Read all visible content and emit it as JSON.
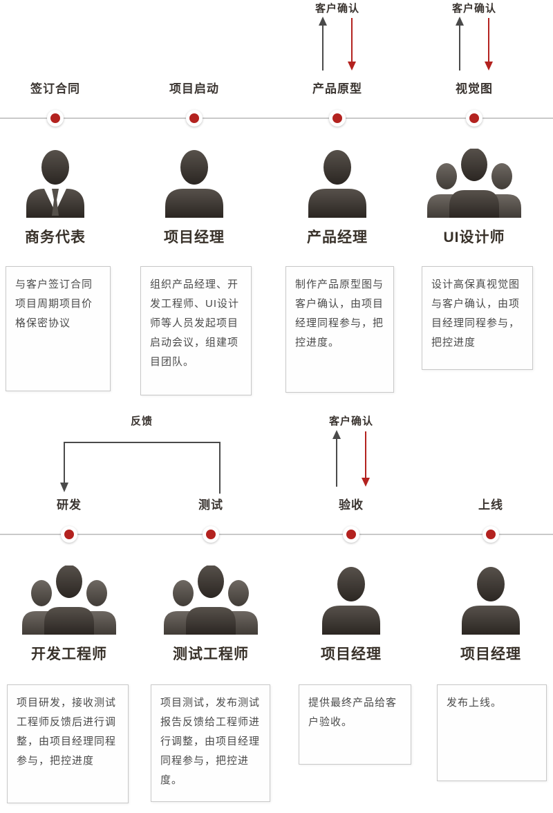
{
  "colors": {
    "accent_red": "#b3221f",
    "line_gray": "#c9c9c9",
    "arrow_gray": "#4a4a4a",
    "icon_dark": "#2b2622",
    "text_dark": "#3a3430"
  },
  "rows": [
    {
      "stages": [
        {
          "label": "签订合同",
          "role": "商务代表",
          "icon": "person-tie",
          "desc": "与客户签订合同项目周期项目价格保密协议",
          "annotation": ""
        },
        {
          "label": "项目启动",
          "role": "项目经理",
          "icon": "person",
          "desc": "组织产品经理、开发工程师、UI设计师等人员发起项目启动会议，组建项目团队。",
          "annotation": ""
        },
        {
          "label": "产品原型",
          "role": "产品经理",
          "icon": "person",
          "desc": "制作产品原型图与客户确认，由项目经理同程参与，把控进度。",
          "annotation": "客户确认"
        },
        {
          "label": "视觉图",
          "role": "UI设计师",
          "icon": "team",
          "desc": "设计高保真视觉图与客户确认，由项目经理同程参与，把控进度",
          "annotation": "客户确认"
        }
      ]
    },
    {
      "feedback_label": "反馈",
      "stages": [
        {
          "label": "研发",
          "role": "开发工程师",
          "icon": "team",
          "desc": "项目研发，接收测试工程师反馈后进行调整，由项目经理同程参与，把控进度",
          "annotation": ""
        },
        {
          "label": "测试",
          "role": "测试工程师",
          "icon": "team",
          "desc": "项目测试，发布测试报告反馈给工程师进行调整，由项目经理同程参与，把控进度。",
          "annotation": ""
        },
        {
          "label": "验收",
          "role": "项目经理",
          "icon": "person",
          "desc": "提供最终产品给客户验收。",
          "annotation": "客户确认"
        },
        {
          "label": "上线",
          "role": "项目经理",
          "icon": "person",
          "desc": "发布上线。",
          "annotation": ""
        }
      ]
    }
  ]
}
